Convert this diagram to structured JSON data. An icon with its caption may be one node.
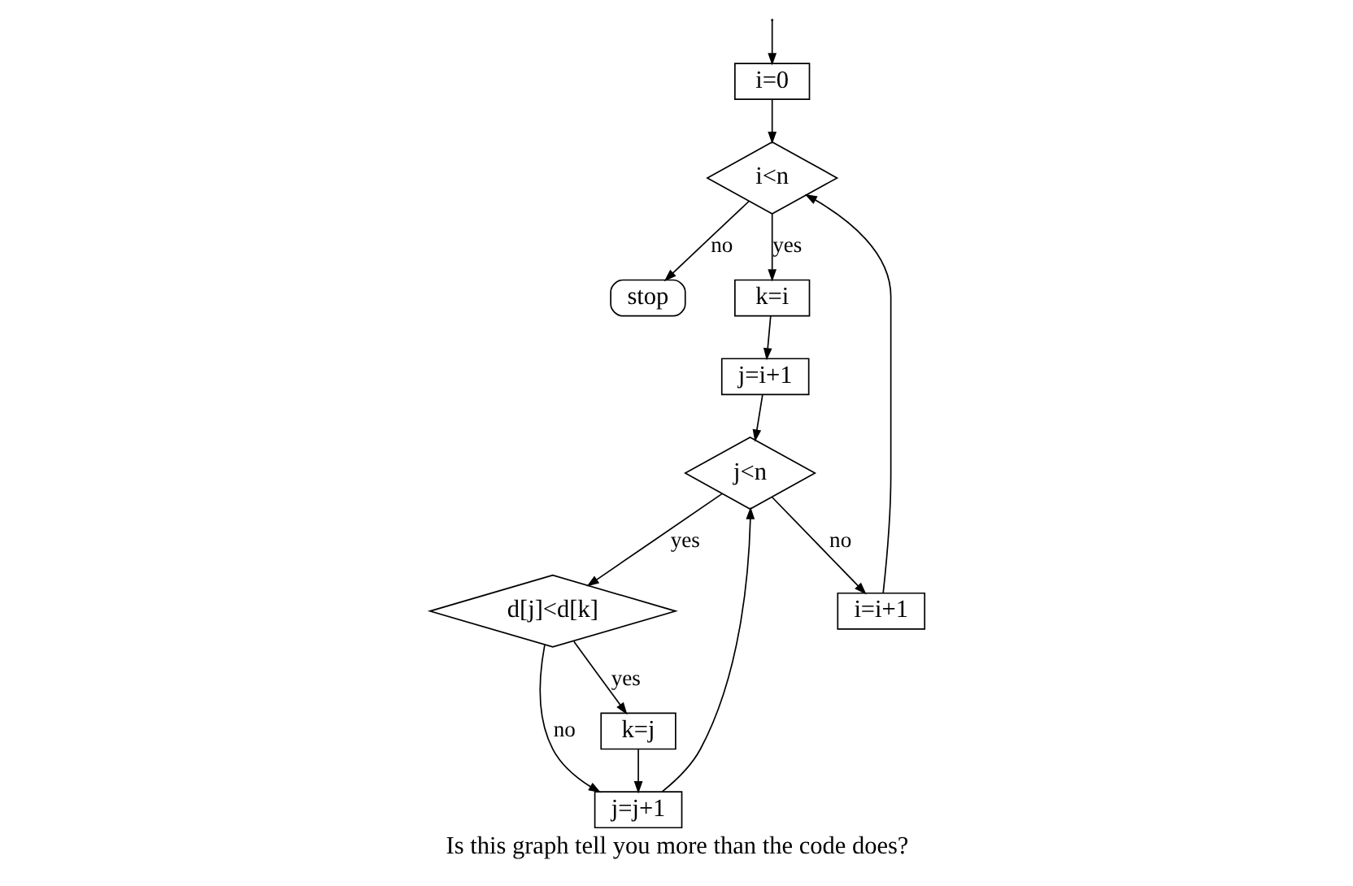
{
  "diagram": {
    "caption": "Is this graph tell you more than the code does?",
    "nodes": [
      {
        "text": [
          "i=0"
        ]
      },
      {
        "text": [
          "i<n"
        ]
      },
      {
        "text": [
          "stop"
        ]
      },
      {
        "text": [
          "k=i"
        ]
      },
      {
        "text": [
          "j=i+1"
        ]
      },
      {
        "text": [
          "j<n"
        ]
      },
      {
        "text": [
          "i=i+1"
        ]
      },
      {
        "text": [
          "d[j]<d[k]"
        ]
      },
      {
        "text": [
          "k=j"
        ]
      },
      {
        "text": [
          "j=j+1"
        ]
      }
    ],
    "edges": [
      {
        "from": null,
        "to": 0,
        "arrow": "to"
      },
      {
        "from": 0,
        "to": 1,
        "arrow": "to"
      },
      {
        "from": 1,
        "to": 2,
        "label": "no",
        "arrow": "to"
      },
      {
        "from": 1,
        "to": 3,
        "label": "yes",
        "arrow": "to"
      },
      {
        "from": 3,
        "to": 4,
        "arrow": "to"
      },
      {
        "from": 4,
        "to": 5,
        "arrow": "to"
      },
      {
        "from": 5,
        "to": 6,
        "label": "no",
        "arrow": "to"
      },
      {
        "from": 6,
        "to": 1,
        "arrow": "to"
      },
      {
        "from": 5,
        "to": 7,
        "label": "yes",
        "arrow": "to"
      },
      {
        "from": 7,
        "to": 8,
        "label": "yes",
        "arrow": "to"
      },
      {
        "from": 7,
        "to": 9,
        "label": "no",
        "arrow": "to"
      },
      {
        "from": 8,
        "to": 9,
        "arrow": "to"
      },
      {
        "from": 9,
        "to": 5,
        "arrow": "to"
      }
    ]
  }
}
